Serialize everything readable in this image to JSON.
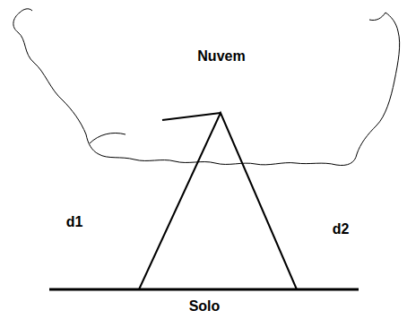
{
  "diagram": {
    "labels": [
      "Nuvem",
      "d1",
      "d2",
      "Solo"
    ]
  }
}
